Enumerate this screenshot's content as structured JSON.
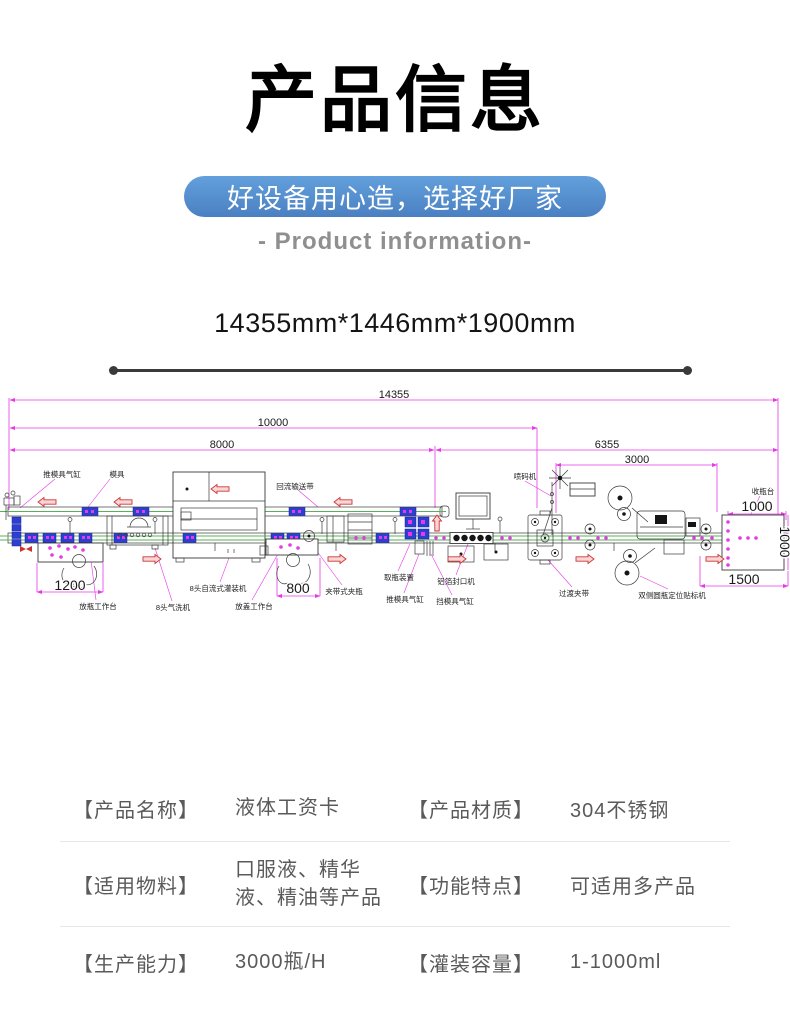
{
  "header": {
    "title": "产品信息",
    "banner": "好设备用心造，选择好厂家",
    "subtitle": "- Product information-"
  },
  "size_line": {
    "text": "14355mm*1446mm*1900mm"
  },
  "diagram": {
    "dims": {
      "total": "14355",
      "len10000": "10000",
      "len8000": "8000",
      "len6355": "6355",
      "len3000": "3000",
      "w1000_top": "1000",
      "h1000_side": "1000",
      "len1500": "1500",
      "len1200": "1200",
      "len800": "800"
    },
    "labels": [
      {
        "id": "push-mold-cylinder-left",
        "text": "推模具气缸"
      },
      {
        "id": "mold",
        "text": "模具"
      },
      {
        "id": "return-conveyor",
        "text": "回流输送带"
      },
      {
        "id": "inkjet-printer",
        "text": "喷码机"
      },
      {
        "id": "bottle-collect-table",
        "text": "收瓶台"
      },
      {
        "id": "filling-machine",
        "text": "8头自流式灌装机"
      },
      {
        "id": "bottle-placing-table",
        "text": "放瓶工作台"
      },
      {
        "id": "air-washer",
        "text": "8头气洗机"
      },
      {
        "id": "cap-placing-table",
        "text": "放盖工作台"
      },
      {
        "id": "belt-clamp",
        "text": "夹带式夹瓶"
      },
      {
        "id": "bottle-pickup-device",
        "text": "取瓶装置"
      },
      {
        "id": "push-mold-cylinder-right",
        "text": "推模具气缸"
      },
      {
        "id": "stop-mold-cylinder",
        "text": "挡模具气缸"
      },
      {
        "id": "foil-sealing-machine",
        "text": "铝箔封口机"
      },
      {
        "id": "transition-clamp",
        "text": "过渡夹带"
      },
      {
        "id": "labeling-machine",
        "text": "双侧圆瓶定位贴标机"
      }
    ]
  },
  "specs": {
    "rows": [
      {
        "label1": "【产品名称】",
        "value1": "液体工资卡",
        "label2": "【产品材质】",
        "value2": "304不锈钢"
      },
      {
        "label1": "【适用物料】",
        "value1": "口服液、精华\n液、精油等产品",
        "label2": "【功能特点】",
        "value2": "可适用多产品"
      },
      {
        "label1": "【生产能力】",
        "value1": "3000瓶/H",
        "label2": "【灌装容量】",
        "value2": "1-1000ml"
      }
    ]
  },
  "colors": {
    "banner_blue_top": "#63a0dc",
    "banner_blue_bottom": "#4a80c2",
    "dim_magenta": "#e63ae6",
    "conveyor_green": "#58b058",
    "machine_blue": "#2d3fd0",
    "arrow_red": "#cc3333",
    "text_gray": "#5a5a5a"
  }
}
